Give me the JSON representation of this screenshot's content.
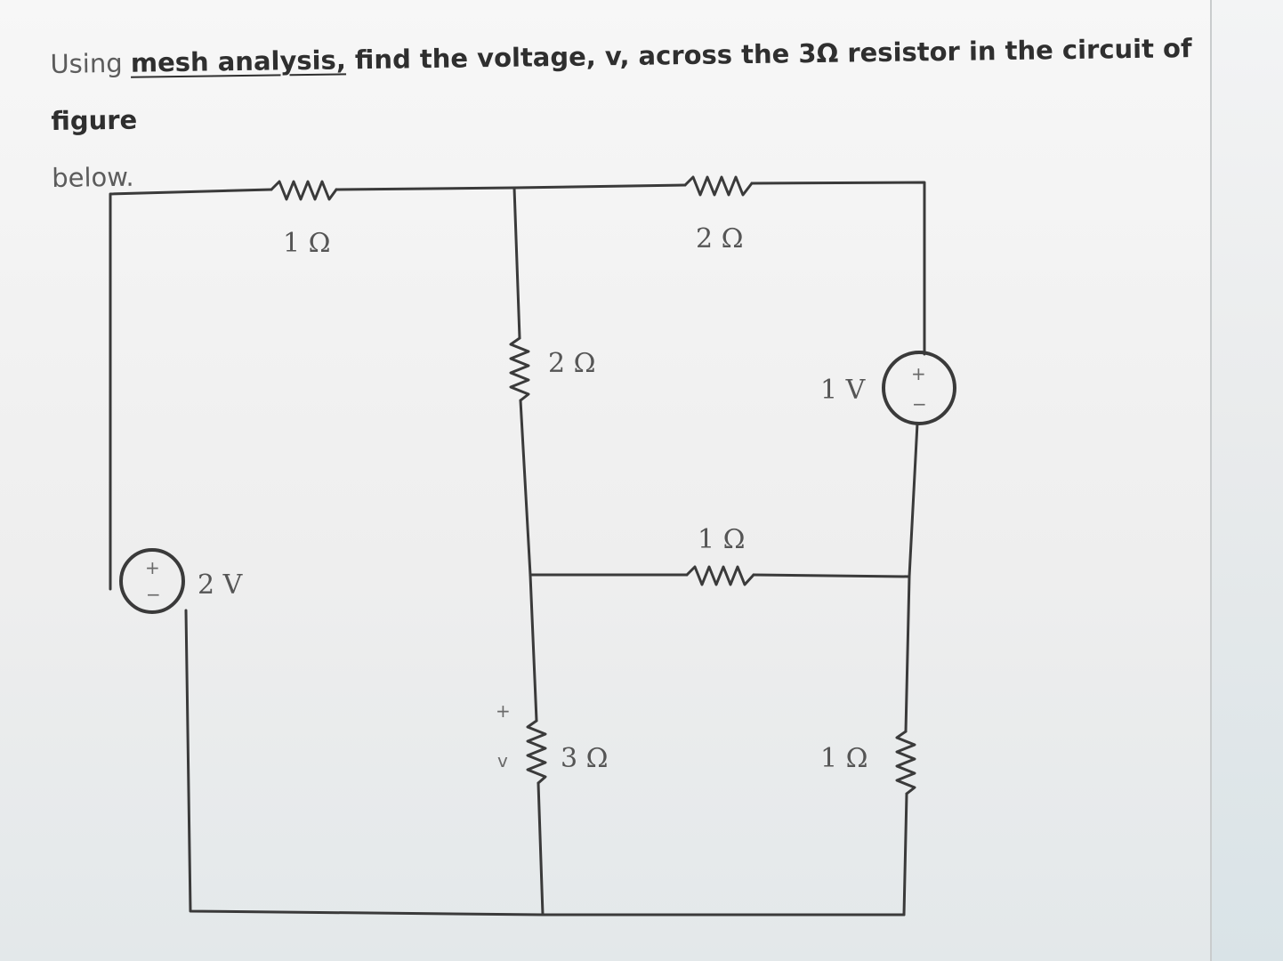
{
  "question": {
    "part1": "Using ",
    "link": "mesh analysis,",
    "part2": " find the voltage, v, across the 3Ω resistor in the circuit of figure",
    "part3": "below."
  },
  "circuit": {
    "labels": {
      "r_top_left": "1 Ω",
      "r_top_right": "2 Ω",
      "r_mid_vertical": "2 Ω",
      "r_mid_horizontal": "1 Ω",
      "r_bottom_vertical": "3 Ω",
      "r_right_bottom": "1 Ω",
      "v_left": "2 V",
      "v_right": "1 V",
      "plus": "+",
      "minus": "−",
      "v_node": "v"
    },
    "colors": {
      "wire": "#3a3a3a",
      "text": "#555555"
    }
  }
}
